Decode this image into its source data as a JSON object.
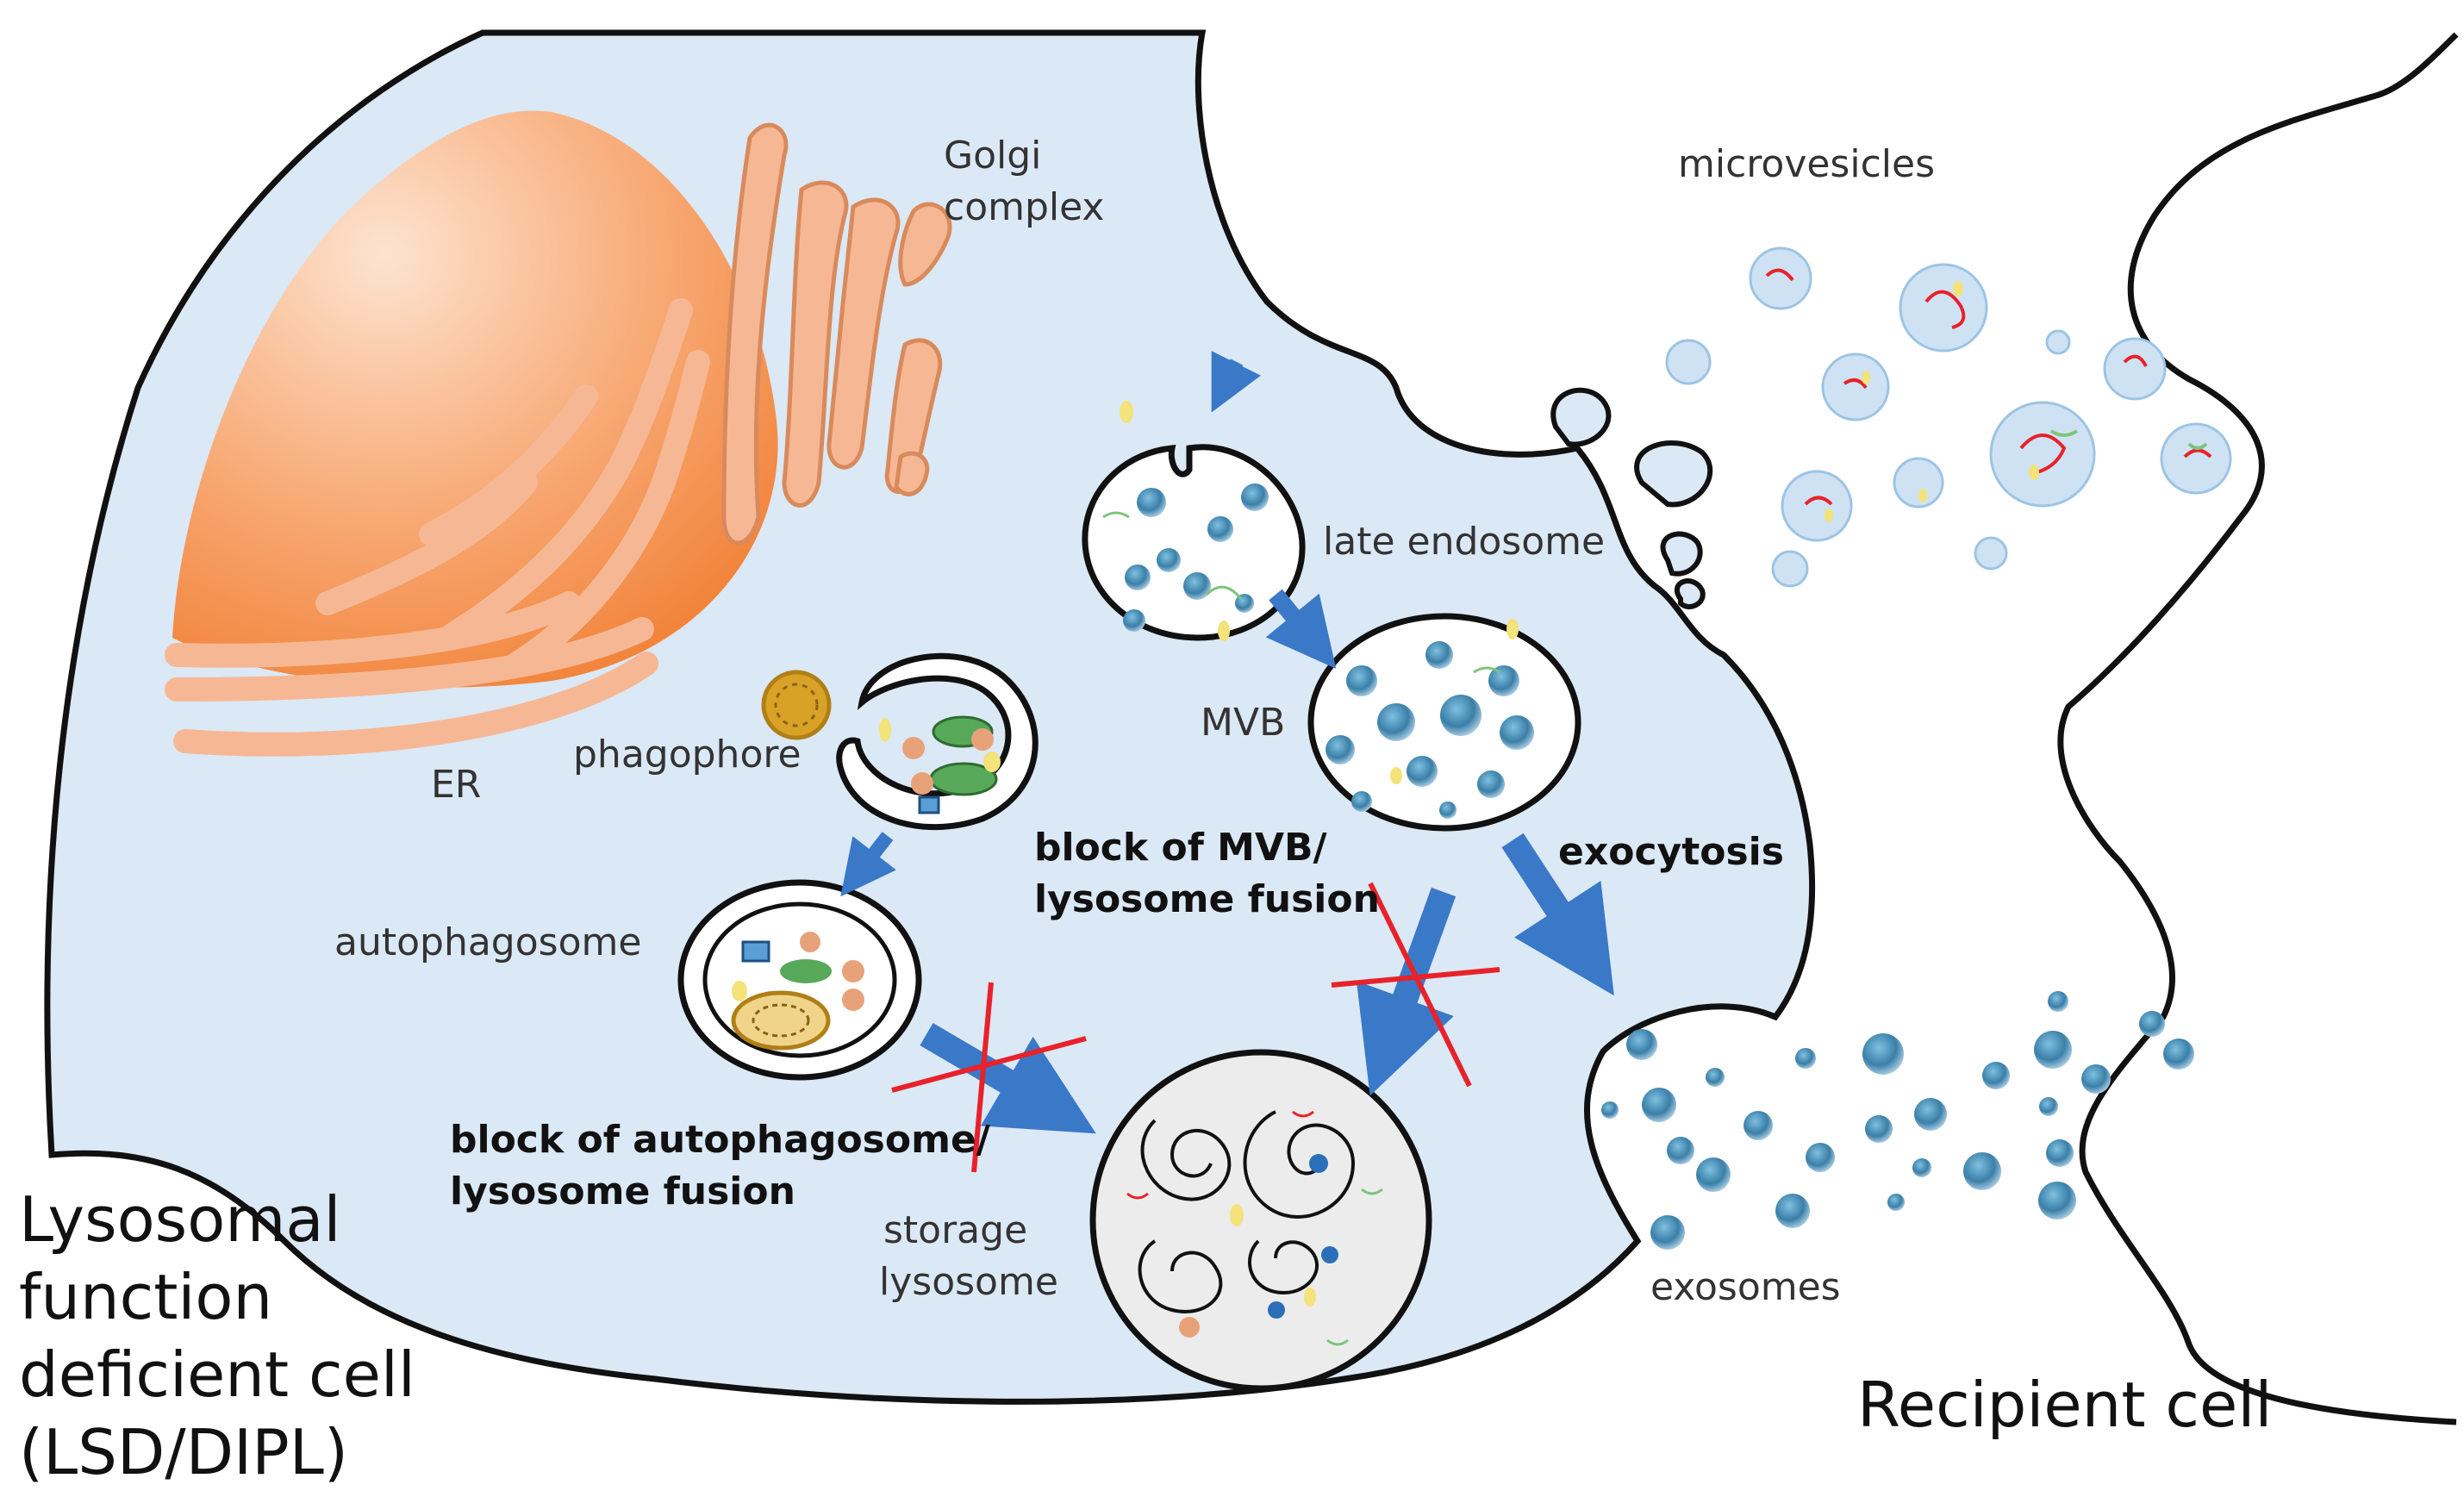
{
  "labels": {
    "golgi_line1": "Golgi",
    "golgi_line2": "complex",
    "er": "ER",
    "phagophore": "phagophore",
    "autophagosome": "autophagosome",
    "late_endosome": "late endosome",
    "mvb": "MVB",
    "microvesicles": "microvesicles",
    "exocytosis": "exocytosis",
    "exosomes": "exosomes",
    "storage_line1": "storage",
    "storage_line2": "lysosome",
    "block_mvb_line1": "block of MVB/",
    "block_mvb_line2": "lysosome fusion",
    "block_auto_line1": "block of autophagosome/",
    "block_auto_line2": "lysosome fusion",
    "cell_line1": "Lysosomal",
    "cell_line2": "function",
    "cell_line3": "deficient cell",
    "cell_line4": "(LSD/DIPL)",
    "recipient": "Recipient cell"
  },
  "colors": {
    "cytoplasm": "#dbe8f5",
    "nucleus": "#f4894a",
    "organelle": "#f6b894",
    "arrow": "#3a78c8",
    "block_cross": "#e8222a",
    "vesicle": "#cfe2f4"
  }
}
